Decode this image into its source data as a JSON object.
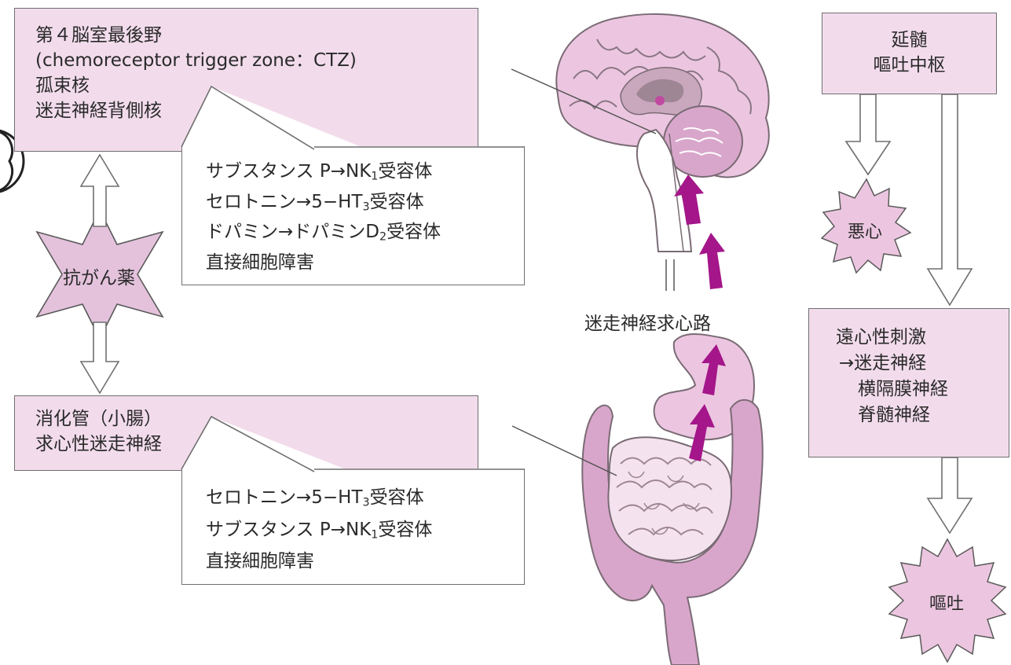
{
  "ctz": {
    "line1": "第４脳室最後野",
    "line2": "(chemoreceptor trigger zone：CTZ)",
    "line3": "孤束核",
    "line4": "迷走神経背側核"
  },
  "brain_receptors": {
    "line1_pre": "サブスタンス P→NK",
    "line1_sub": "1",
    "line1_post": "受容体",
    "line2_pre": "セロトニン→5−HT",
    "line2_sub": "3",
    "line2_post": "受容体",
    "line3_pre": "ドパミン→ドパミンD",
    "line3_sub": "2",
    "line3_post": "受容体",
    "line4": "直接細胞障害"
  },
  "anticancer_label": "抗がん薬",
  "gi": {
    "line1": "消化管（小腸）",
    "line2": "求心性迷走神経"
  },
  "gut_receptors": {
    "line1_pre": "セロトニン→5−HT",
    "line1_sub": "3",
    "line1_post": "受容体",
    "line2_pre": "サブスタンス P→NK",
    "line2_sub": "1",
    "line2_post": "受容体",
    "line3": "直接細胞障害"
  },
  "vagal_afferent_label": "迷走神経求心路",
  "medulla": {
    "line1": "延髄",
    "line2": "嘔吐中枢"
  },
  "nausea_label": "悪心",
  "efferent": {
    "line1": "遠心性刺激",
    "line2": "→迷走神経",
    "line3": "横隔膜神経",
    "line4": "脊髄神経"
  },
  "vomiting_label": "嘔吐",
  "colors": {
    "box_fill": "#f2dcec",
    "outline": "#6f6f6f",
    "organ_fill": "#ecc6e0",
    "organ_dark": "#c99bbd",
    "arrow_magenta": "#a4168a"
  }
}
